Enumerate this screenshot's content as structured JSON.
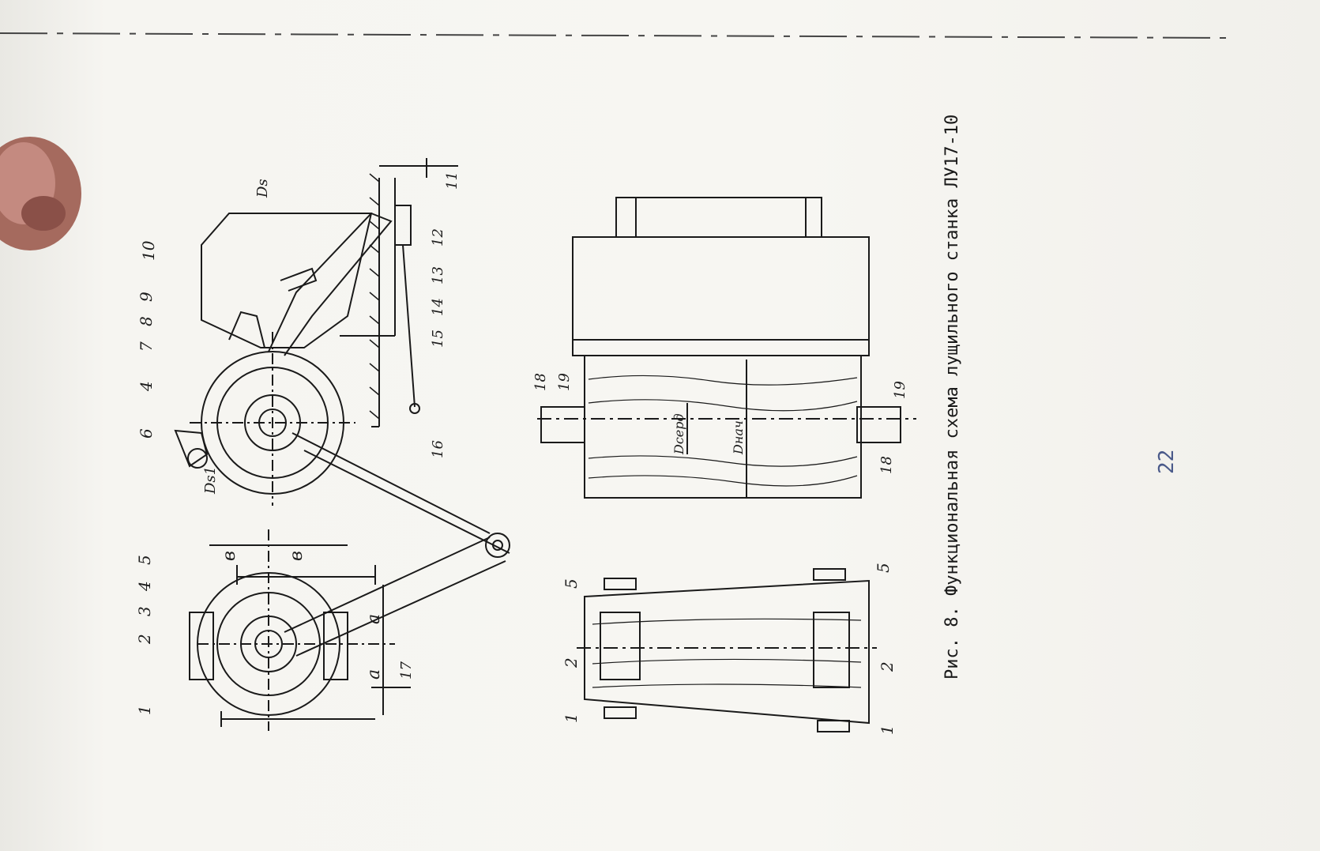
{
  "caption": "Рис. 8. Функциональная схема лущильного станка ЛУ17-10",
  "page_number": "22",
  "labels": {
    "n1": "1",
    "n2": "2",
    "n3": "3",
    "n4": "4",
    "n5": "5",
    "n6": "6",
    "n7": "7",
    "n8": "8",
    "n9": "9",
    "n10": "10",
    "n11": "11",
    "n12": "12",
    "n13": "13",
    "n14": "14",
    "n15": "15",
    "n16": "16",
    "n17": "17",
    "n18": "18",
    "n19": "19",
    "dim_a": "a",
    "dim_v": "в",
    "ds1": "Ds1",
    "ds2": "Ds",
    "d_ser": "Dсерд",
    "d_nach": "Dнач"
  }
}
